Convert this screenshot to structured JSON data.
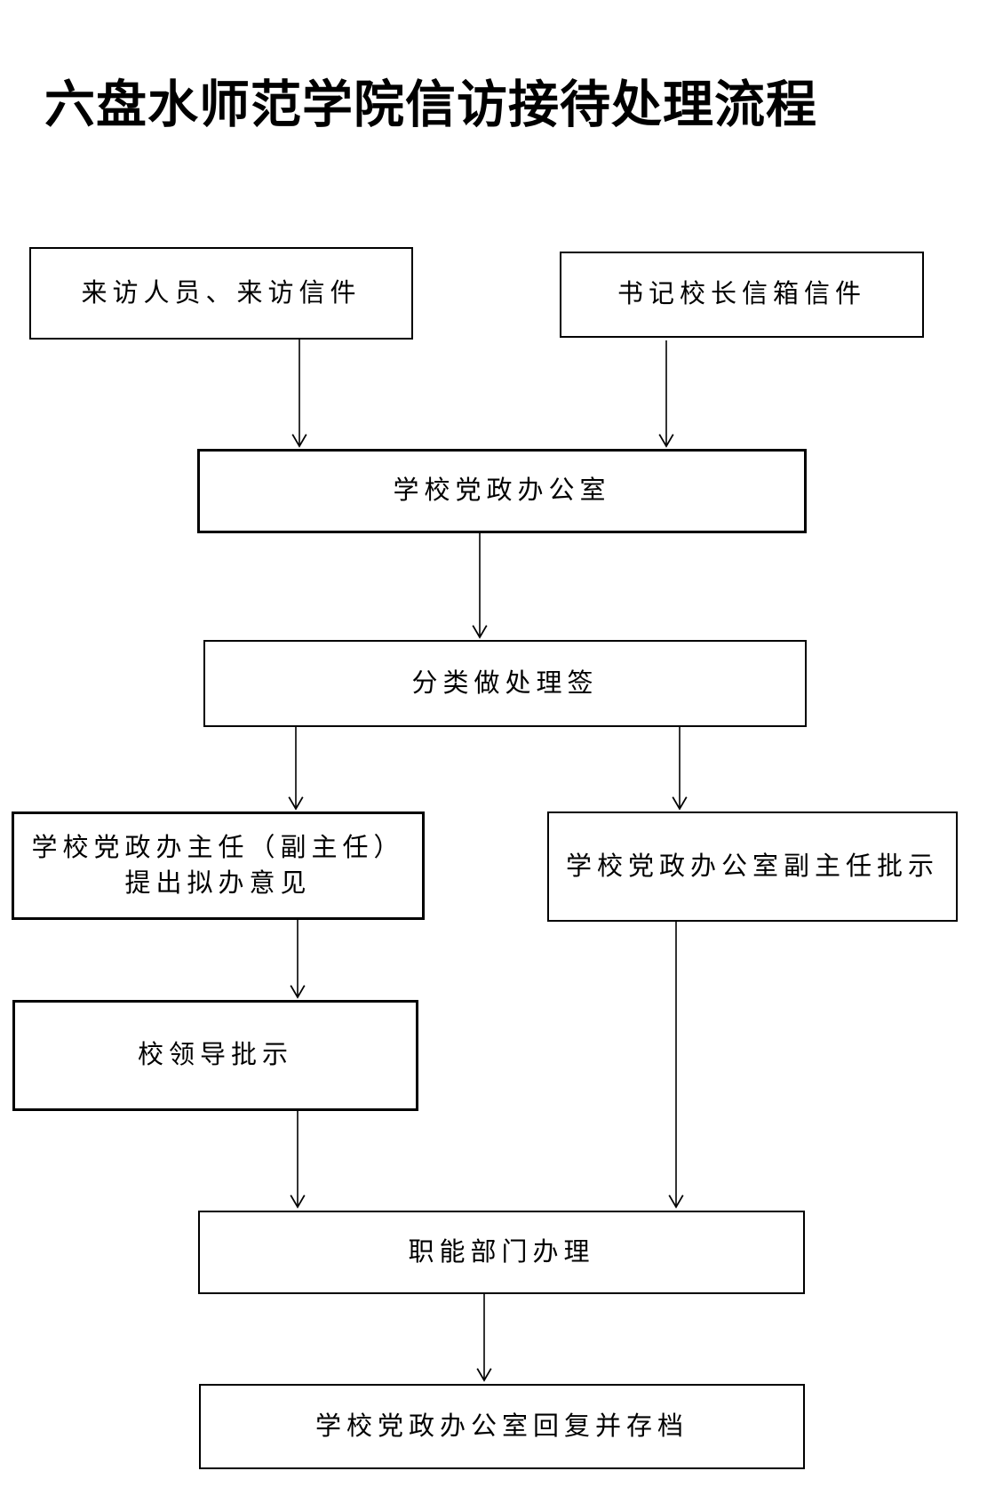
{
  "page": {
    "title": "六盘水师范学院信访接待处理流程"
  },
  "colors": {
    "background": "#ffffff",
    "line": "#000000",
    "text": "#000000"
  },
  "nodes": {
    "visitors": {
      "label": "来访人员、来访信件"
    },
    "mailbox": {
      "label": "书记校长信箱信件"
    },
    "office": {
      "label": "学校党政办公室"
    },
    "classify": {
      "label": "分类做处理签"
    },
    "director": {
      "line1": "学校党政办主任（副主任）",
      "line2": "提出拟办意见"
    },
    "deputy": {
      "label": "学校党政办公室副主任批示"
    },
    "leaders": {
      "label": "校领导批示"
    },
    "departments": {
      "label": "职能部门办理"
    },
    "archive": {
      "label": "学校党政办公室回复并存档"
    }
  }
}
